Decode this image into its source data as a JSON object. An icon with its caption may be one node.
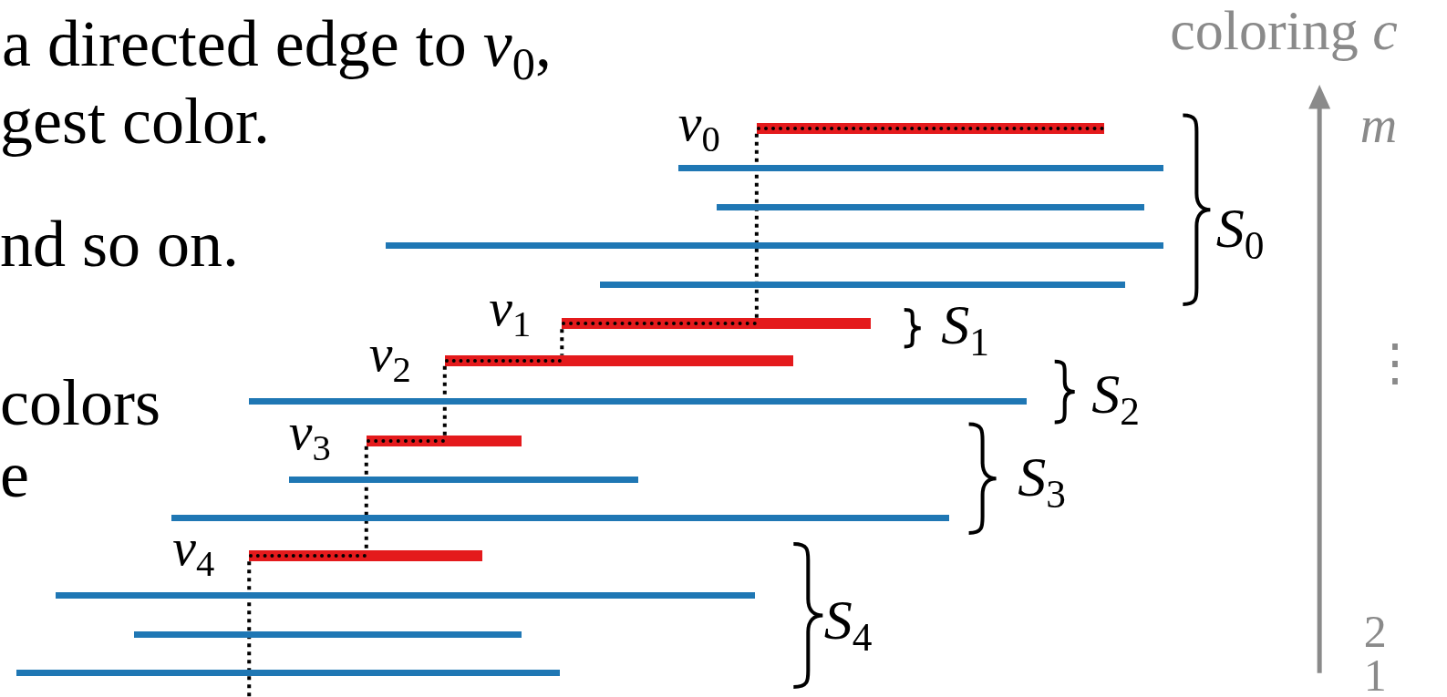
{
  "diagram": {
    "nodes": [
      {
        "text": [],
        "shape": "bar",
        "beside": [
          "*v*$_{0}$"
        ]
      },
      {
        "text": [],
        "shape": "bar"
      },
      {
        "text": [],
        "shape": "bar"
      },
      {
        "text": [],
        "shape": "bar"
      },
      {
        "text": [],
        "shape": "bar"
      },
      {
        "text": [],
        "shape": "bar",
        "beside": [
          "*v*$_{1}$"
        ]
      },
      {
        "text": [],
        "shape": "bar",
        "beside": [
          "*v*$_{2}$"
        ]
      },
      {
        "text": [],
        "shape": "bar"
      },
      {
        "text": [],
        "shape": "bar",
        "beside": [
          "*v*$_{3}$"
        ]
      },
      {
        "text": [],
        "shape": "bar"
      },
      {
        "text": [],
        "shape": "bar"
      },
      {
        "text": [],
        "shape": "bar",
        "beside": [
          "*v*$_{4}$"
        ]
      },
      {
        "text": [],
        "shape": "bar"
      },
      {
        "text": [],
        "shape": "bar"
      },
      {
        "text": [],
        "shape": "bar"
      }
    ],
    "edges": [
      {
        "from": 0,
        "to": 5,
        "arrow": "none",
        "style": "dashed"
      },
      {
        "from": 5,
        "to": 6,
        "arrow": "none",
        "style": "dashed"
      },
      {
        "from": 6,
        "to": 8,
        "arrow": "none",
        "style": "dashed"
      },
      {
        "from": 8,
        "to": 11,
        "arrow": "none",
        "style": "dashed"
      },
      {
        "from": 11,
        "to": null,
        "arrow": "none",
        "style": "dashed"
      }
    ],
    "labels": [
      "a directed edge to *v*$_{0}$,",
      "coloring *c*",
      "gest color.",
      "m",
      "*S*$_{0}$",
      "nd so on.",
      "*S*$_{1}$",
      "⋮",
      "*S*$_{2}$",
      "colors",
      "*S*$_{3}$",
      "e",
      "*S*$_{4}$",
      "2",
      "1"
    ]
  }
}
